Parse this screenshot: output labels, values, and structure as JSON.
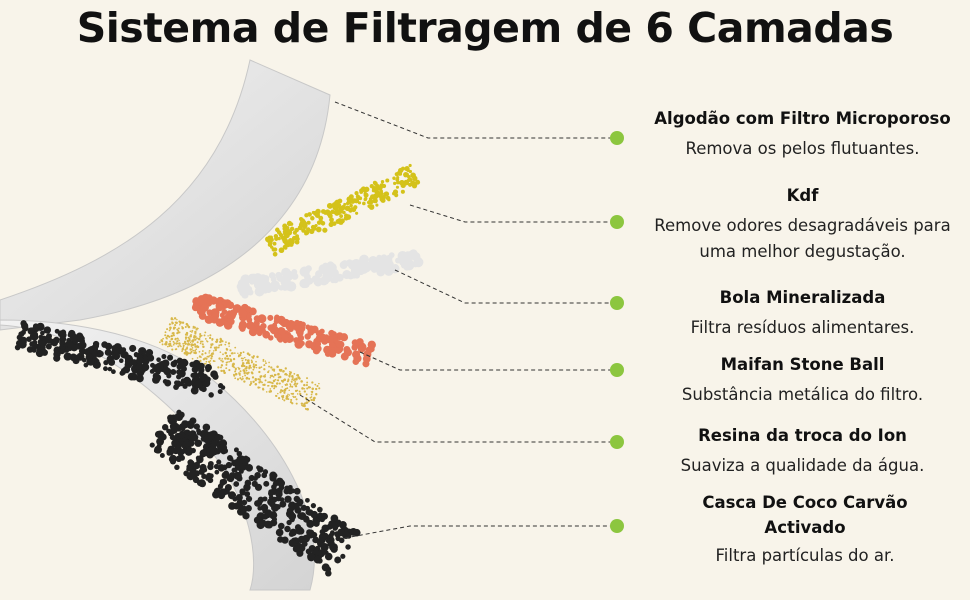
{
  "title": "Sistema de Filtragem de 6 Camadas",
  "accent_color": "#8cc63f",
  "layers": [
    {
      "name": "Algodão com Filtro Microporoso",
      "desc": "Remova os pelos flutuantes."
    },
    {
      "name": "Kdf",
      "desc": "Remove odores desagradáveis para uma melhor degustação."
    },
    {
      "name": "Bola Mineralizada",
      "desc": "Filtra resíduos alimentares."
    },
    {
      "name": "Maifan Stone Ball",
      "desc": "Substância metálica do filtro."
    },
    {
      "name": "Resina da troca do Ion",
      "desc": "Suaviza a qualidade da água."
    },
    {
      "name": "Casca De Coco Carvão Activado",
      "desc": "Filtra partículas do ar."
    }
  ]
}
